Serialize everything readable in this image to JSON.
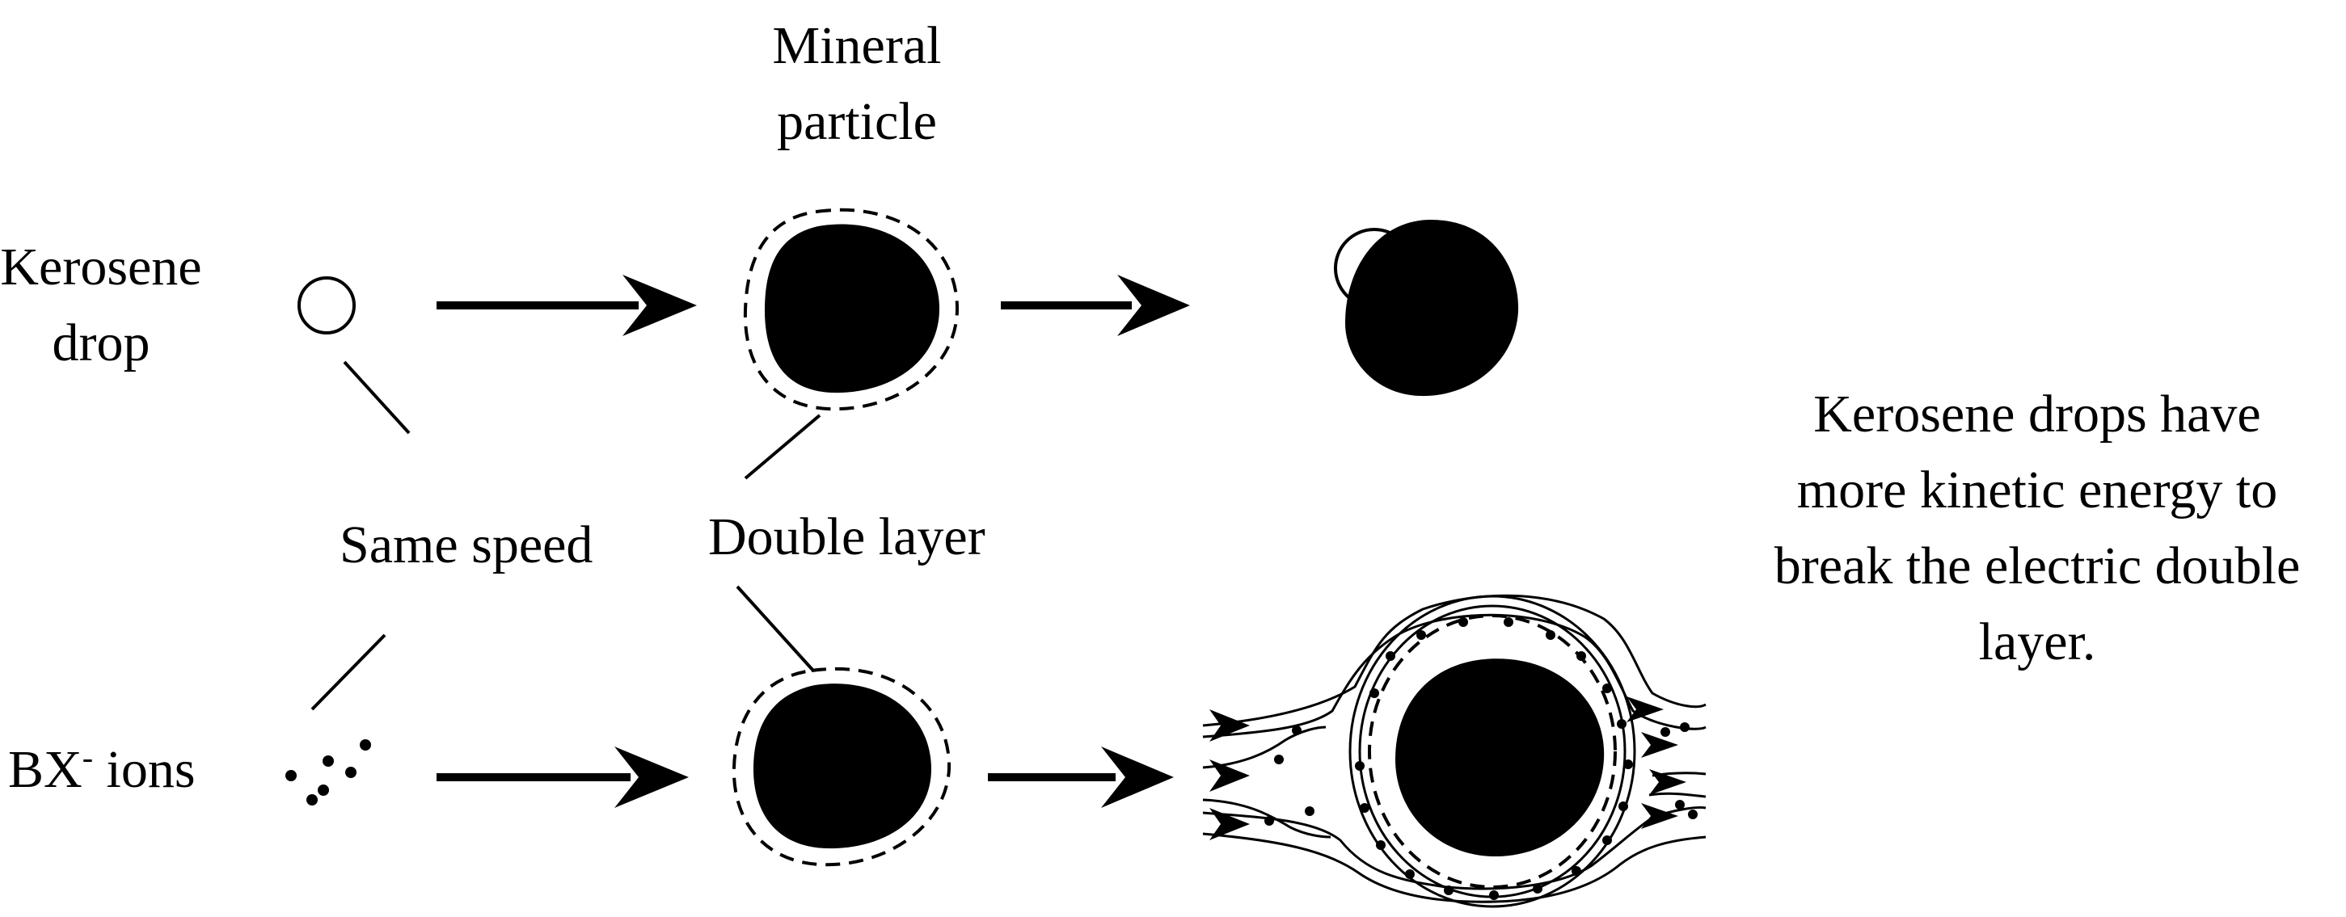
{
  "labels": {
    "mineral_particle_line1": "Mineral",
    "mineral_particle_line2": "particle",
    "kerosene_drop_line1": "Kerosene",
    "kerosene_drop_line2": "drop",
    "same_speed": "Same speed",
    "double_layer": "Double layer",
    "bx_ions_prefix": "BX",
    "bx_ions_sup": "-",
    "bx_ions_suffix": " ions"
  },
  "conclusion": {
    "line1": "Kerosene drops have",
    "line2": "more kinetic energy to",
    "line3": "break the electric double",
    "line4": "layer."
  },
  "colors": {
    "ink": "#000000",
    "background": "#ffffff"
  }
}
